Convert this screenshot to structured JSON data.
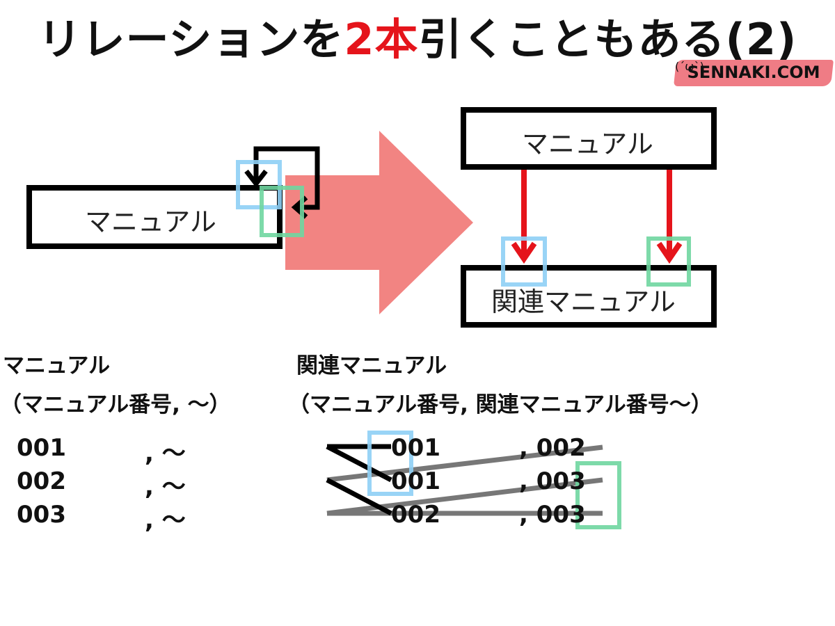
{
  "title": {
    "before": "リレーションを",
    "highlight": "2本",
    "after": "引くこともある(2)"
  },
  "logo": {
    "text": "SENNAKI.COM",
    "face": "(´ω`)"
  },
  "left_diagram": {
    "box_label": "マニュアル"
  },
  "right_diagram": {
    "top_box_label": "マニュアル",
    "bottom_box_label": "関連マニュアル"
  },
  "colors": {
    "accent_red": "#e5141b",
    "arrow_pink": "#f28482",
    "blue_highlight": "#8ecff5",
    "green_highlight": "#6fd6a0",
    "line_gray": "#777777"
  },
  "tables": {
    "left": {
      "name": "マニュアル",
      "columns": "（マニュアル番号, ～）",
      "rows": [
        {
          "id": "001",
          "rest": ", ～"
        },
        {
          "id": "002",
          "rest": ", ～"
        },
        {
          "id": "003",
          "rest": ", ～"
        }
      ]
    },
    "right": {
      "name": "関連マニュアル",
      "columns": "（マニュアル番号, 関連マニュアル番号～）",
      "rows": [
        {
          "id": "001",
          "rel": ", 002"
        },
        {
          "id": "001",
          "rel": ", 003"
        },
        {
          "id": "002",
          "rel": ", 003"
        }
      ]
    }
  }
}
